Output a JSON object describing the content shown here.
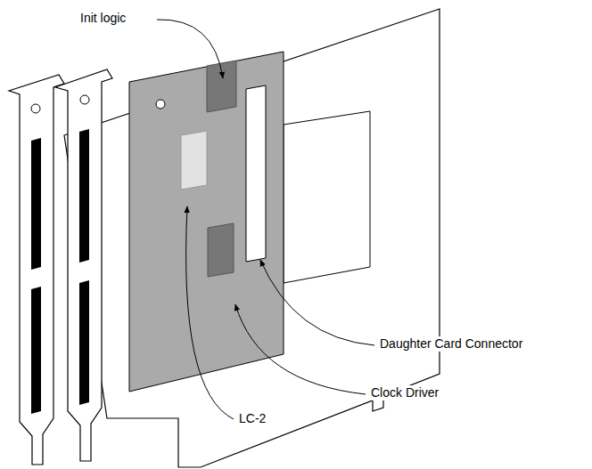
{
  "diagram": {
    "labels": [
      "Init logic",
      "Daughter Card Connector",
      "Clock Driver",
      "LC-2"
    ]
  }
}
